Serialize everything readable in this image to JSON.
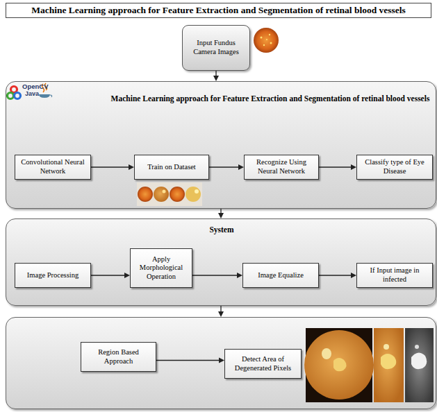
{
  "diagram": {
    "title": "Machine Learning approach for Feature Extraction and Segmentation of retinal blood vessels",
    "nodes": [
      {
        "text": [
          "Input Fundus Camera Images"
        ]
      },
      {
        "text": [
          "Machine Learning approach for Feature Extraction and Segmentation of retinal blood vessels"
        ]
      },
      {
        "text": [
          "Convolutional Neural Network"
        ],
        "in": 1
      },
      {
        "text": [
          "Train on Dataset"
        ],
        "in": 1
      },
      {
        "text": [
          "Recognize Using Neural Network"
        ],
        "in": 1
      },
      {
        "text": [
          "Classify type of Eye Disease"
        ],
        "in": 1
      },
      {
        "text": [
          "System"
        ]
      },
      {
        "text": [
          "Image Processing"
        ],
        "in": 6
      },
      {
        "text": [
          "Apply Morphological Operation"
        ],
        "in": 6
      },
      {
        "text": [
          "Image Equalize"
        ],
        "in": 6
      },
      {
        "text": [
          "If Input image in infected"
        ],
        "in": 6
      },
      {
        "text": []
      },
      {
        "text": [
          "Region Based Approach"
        ],
        "in": 11
      },
      {
        "text": [
          "Detect Area of Degenerated Pixels"
        ],
        "in": 11
      }
    ],
    "edges": [
      {
        "from": 0,
        "to": 1,
        "arrow": "to"
      },
      {
        "from": 1,
        "to": 6,
        "arrow": "to"
      },
      {
        "from": 6,
        "to": 11,
        "arrow": "to"
      },
      {
        "from": 2,
        "to": 3,
        "arrow": "to"
      },
      {
        "from": 3,
        "to": 4,
        "arrow": "to"
      },
      {
        "from": 4,
        "to": 5,
        "arrow": "to"
      },
      {
        "from": 7,
        "to": 8,
        "arrow": "to"
      },
      {
        "from": 8,
        "to": 9,
        "arrow": "to"
      },
      {
        "from": 9,
        "to": 10,
        "arrow": "to"
      },
      {
        "from": 12,
        "to": 13,
        "arrow": "to"
      }
    ],
    "labels": [
      "OpenCV",
      "Java"
    ]
  }
}
